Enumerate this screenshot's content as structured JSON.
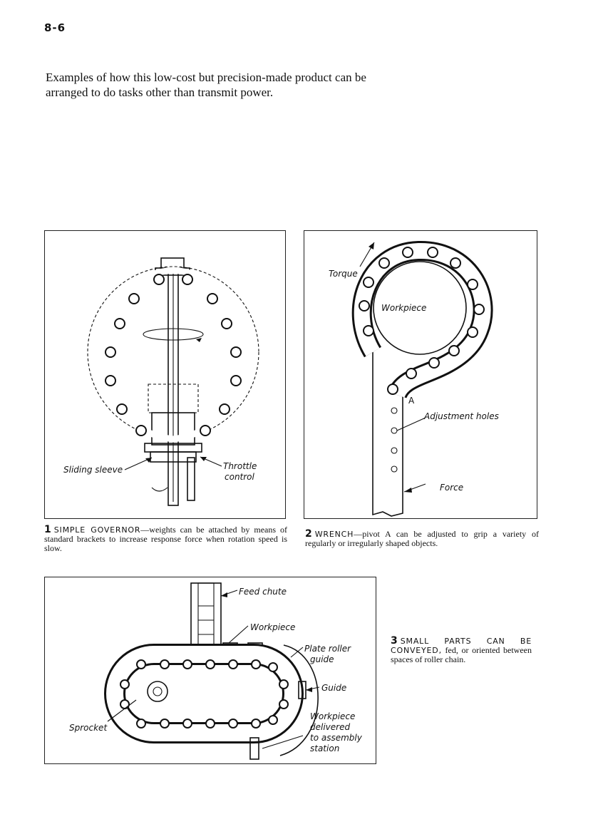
{
  "page_number": "8-6",
  "intro_text": "Examples of how this low-cost but precision-made product can be arranged to do tasks other than transmit power.",
  "figures": [
    {
      "number": "1",
      "heading": "SIMPLE GOVERNOR",
      "caption": "—weights can be attached by means of standard brackets to increase response force when rotation speed is slow.",
      "labels": {
        "sliding_sleeve": "Sliding sleeve",
        "throttle": "Throttle",
        "control": "control"
      }
    },
    {
      "number": "2",
      "heading": "WRENCH",
      "caption": "—pivot A can be adjusted to grip a variety of regularly or irregularly shaped objects.",
      "labels": {
        "torque": "Torque",
        "workpiece": "Workpiece",
        "pivot": "A",
        "adjustment_holes": "Adjustment holes",
        "force": "Force"
      }
    },
    {
      "number": "3",
      "heading": "SMALL PARTS CAN BE CONVEYED,",
      "caption": "fed, or oriented between spaces of roller chain.",
      "labels": {
        "feed_chute": "Feed chute",
        "workpiece": "Workpiece",
        "plate_roller": "Plate roller",
        "guide_word": "guide",
        "guide": "Guide",
        "sprocket": "Sprocket",
        "delivered_1": "Workpiece",
        "delivered_2": "delivered",
        "delivered_3": "to assembly",
        "delivered_4": "station"
      }
    }
  ]
}
